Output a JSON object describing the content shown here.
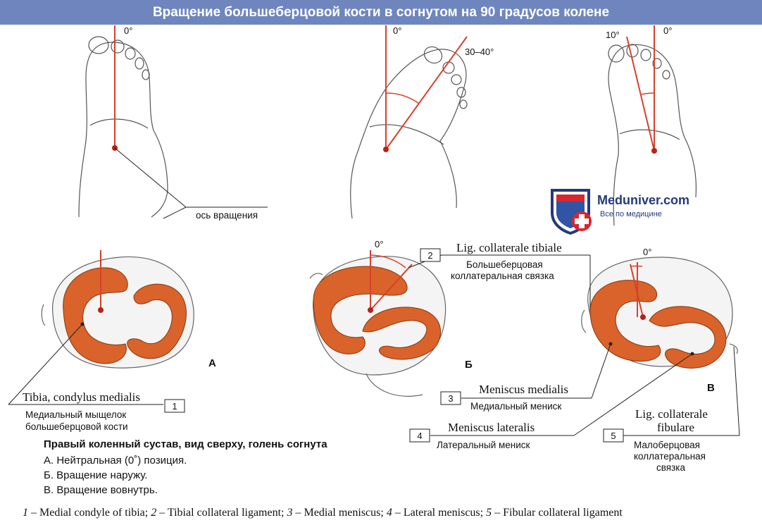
{
  "header": {
    "title": "Вращение большеберцовой кости в согнутом на 90 градусов колене"
  },
  "feet": {
    "a_angle": "0°",
    "b_angle_neutral": "0°",
    "b_angle_rot": "30–40°",
    "c_angle_rot": "10°",
    "c_angle_neutral": "0°",
    "axis_label": "ось вращения"
  },
  "panels": {
    "a_letter": "А",
    "b_letter": "Б",
    "c_letter": "В",
    "b_angle": "0°",
    "c_angle": "0°"
  },
  "labels": [
    {
      "num": "1",
      "latin": "Tibia, condylus medialis",
      "ru1": "Медиальный мыщелок",
      "ru2": "большеберцовой кости"
    },
    {
      "num": "2",
      "latin": "Lig. collaterale tibiale",
      "ru1": "Большеберцовая",
      "ru2": "коллатеральная связка"
    },
    {
      "num": "3",
      "latin": "Meniscus medialis",
      "ru1": "Медиальный мениск",
      "ru2": ""
    },
    {
      "num": "4",
      "latin": "Meniscus lateralis",
      "ru1": "Латеральный мениск",
      "ru2": ""
    },
    {
      "num": "5",
      "latin1": "Lig. collaterale",
      "latin2": "fibulare",
      "ru1": "Малоберцовая",
      "ru2": "коллатеральная",
      "ru3": "связка"
    }
  ],
  "caption": {
    "title": "Правый коленный сустав, вид сверху, голень согнута",
    "lines": [
      "А. Нейтральная (0˚) позиция.",
      "Б. Вращение наружу.",
      "В. Вращение вовнутрь."
    ]
  },
  "footer": {
    "items": [
      {
        "n": "1",
        "t": " – Medial condyle of tibia; "
      },
      {
        "n": "2",
        "t": " – Tibial collateral ligament; "
      },
      {
        "n": "3",
        "t": " – Medial meniscus; "
      },
      {
        "n": "4",
        "t": " – Lateral meniscus; "
      },
      {
        "n": "5",
        "t": " – Fibular collateral ligament"
      }
    ]
  },
  "logo": {
    "name": "Meduniver.com",
    "tagline": "Все по медицине"
  },
  "colors": {
    "header_bg": "#6e86bd",
    "meniscus": "#d9632a",
    "axis_red": "#d8402c",
    "skin_line": "#444444",
    "logo_blue": "#243a78",
    "logo_red": "#d8262f"
  }
}
